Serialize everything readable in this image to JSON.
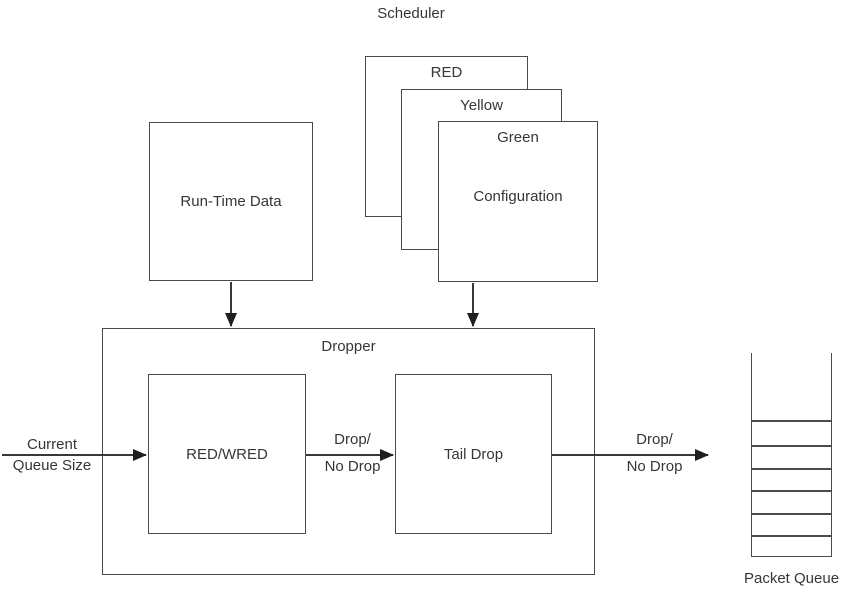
{
  "scheduler_label": "Scheduler",
  "config_stack": {
    "red": "RED",
    "yellow": "Yellow",
    "green": "Green",
    "configuration": "Configuration"
  },
  "runtime": {
    "label": "Run-Time Data"
  },
  "dropper": {
    "label": "Dropper",
    "red_wred": "RED/WRED",
    "tail_drop": "Tail Drop"
  },
  "arrows": {
    "input": {
      "line1": "Current",
      "line2": "Queue Size"
    },
    "internal": {
      "line1": "Drop/",
      "line2": "No Drop"
    },
    "output": {
      "line1": "Drop/",
      "line2": "No Drop"
    }
  },
  "packet_queue": {
    "label": "Packet Queue",
    "slots": 6
  },
  "colors": {
    "border": "#4a4a4a",
    "text": "#363636",
    "arrow": "#383838",
    "background": "#ffffff"
  }
}
